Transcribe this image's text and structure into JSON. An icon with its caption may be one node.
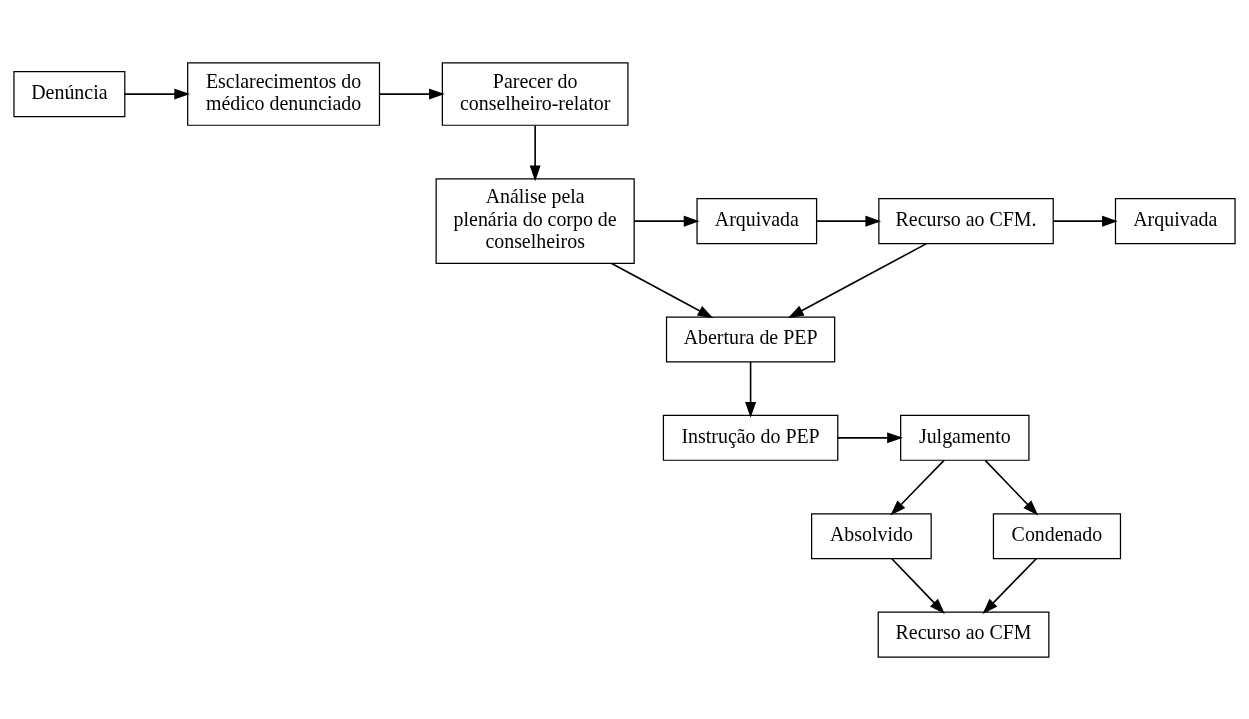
{
  "diagram": {
    "nodes": [
      {
        "text": [
          "Denúncia"
        ]
      },
      {
        "text": [
          "Esclarecimentos do médico denunciado"
        ]
      },
      {
        "text": [
          "Parecer do conselheiro-relator"
        ]
      },
      {
        "text": [
          "Arquivada"
        ]
      },
      {
        "text": [
          "Recurso ao CFM."
        ]
      },
      {
        "text": [
          "Arquivada"
        ]
      },
      {
        "text": [
          "Análise pela plenária do corpo de conselheiros"
        ]
      },
      {
        "text": [
          "Abertura de PEP"
        ]
      },
      {
        "text": [
          "Instrução do PEP"
        ]
      },
      {
        "text": [
          "Julgamento"
        ]
      },
      {
        "text": [
          "Absolvido"
        ]
      },
      {
        "text": [
          "Condenado"
        ]
      },
      {
        "text": [
          "Recurso ao CFM"
        ]
      }
    ],
    "edges": [
      {
        "from": 0,
        "to": 1,
        "arrow": "to"
      },
      {
        "from": 1,
        "to": 2,
        "arrow": "to"
      },
      {
        "from": 2,
        "to": 6,
        "arrow": "to"
      },
      {
        "from": 6,
        "to": 5,
        "arrow": "to"
      },
      {
        "from": 5,
        "to": 4,
        "arrow": "to"
      },
      {
        "from": 4,
        "to": 3,
        "arrow": "to"
      },
      {
        "from": 4,
        "to": 7,
        "arrow": "to"
      },
      {
        "from": 6,
        "to": 7,
        "arrow": "to"
      },
      {
        "from": 7,
        "to": 8,
        "arrow": "to"
      },
      {
        "from": 8,
        "to": 9,
        "arrow": "to"
      },
      {
        "from": 9,
        "to": 10,
        "arrow": "to"
      },
      {
        "from": 9,
        "to": 11,
        "arrow": "to"
      },
      {
        "from": 10,
        "to": 12,
        "arrow": "to"
      },
      {
        "from": 11,
        "to": 12,
        "arrow": "to"
      }
    ]
  }
}
